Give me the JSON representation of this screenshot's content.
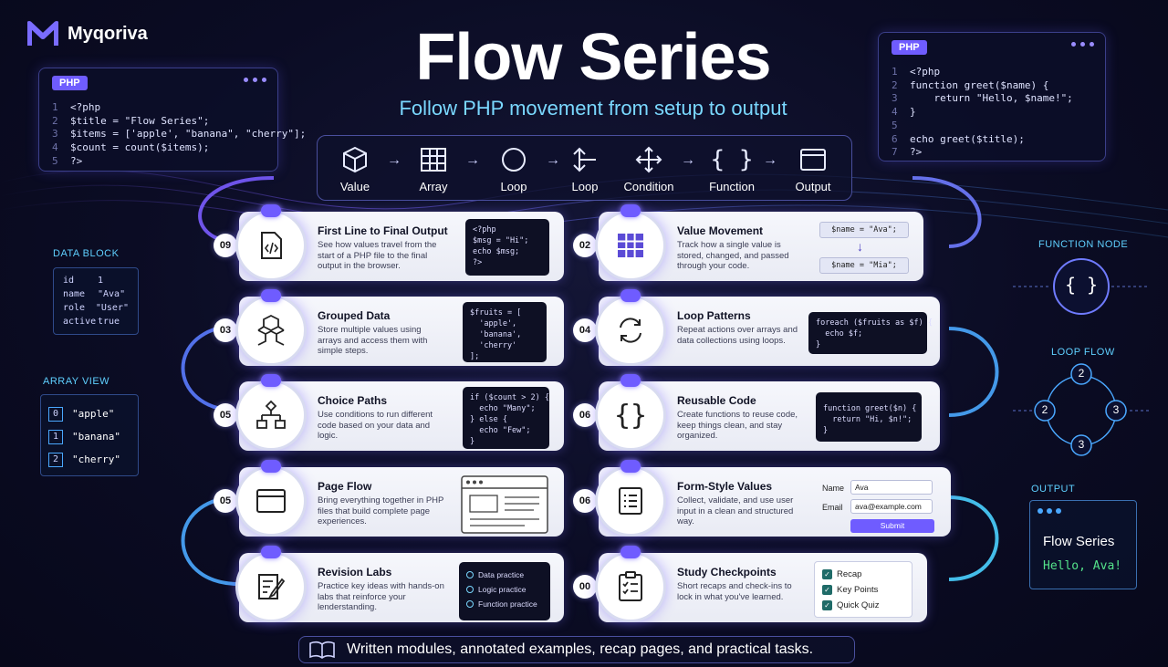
{
  "brand": {
    "name": "Myqoriva"
  },
  "title": "Flow Series",
  "subtitle": "Follow PHP movement from setup to output",
  "left_code": {
    "tag": "PHP",
    "lines": [
      {
        "n": "1",
        "code": "<?php"
      },
      {
        "n": "2",
        "code": "$title = \"Flow Series\";"
      },
      {
        "n": "3",
        "code": "$items = ['apple', \"banana\", \"cherry\"];"
      },
      {
        "n": "4",
        "code": "$count = count($items);"
      },
      {
        "n": "5",
        "code": "?>"
      }
    ]
  },
  "right_code": {
    "tag": "PHP",
    "lines": [
      {
        "n": "1",
        "code": "<?php"
      },
      {
        "n": "2",
        "code": "function greet($name) {"
      },
      {
        "n": "3",
        "code": "    return \"Hello, $name!\";"
      },
      {
        "n": "4",
        "code": "}"
      },
      {
        "n": "5",
        "code": ""
      },
      {
        "n": "6",
        "code": "echo greet($title);"
      },
      {
        "n": "7",
        "code": "?>"
      }
    ]
  },
  "flow": [
    "Value",
    "Array",
    "Loop",
    "Loop",
    "Condition",
    "Function",
    "Output"
  ],
  "cards_left": [
    {
      "num": "09",
      "title": "First Line to Final Output",
      "desc": "See how values travel from the start of a PHP file to the final output in the browser.",
      "code": "<?php\n$msg = \"Hi\";\necho $msg;\n?>"
    },
    {
      "num": "03",
      "title": "Grouped Data",
      "desc": "Store multiple values using arrays and access them with simple steps.",
      "code": "$fruits = [\n  'apple',\n  'banana',\n  'cherry'\n];"
    },
    {
      "num": "05",
      "title": "Choice Paths",
      "desc": "Use conditions to run different code based on your data and logic.",
      "code": "if ($count > 2) {\n  echo \"Many\";\n} else {\n  echo \"Few\";\n}"
    },
    {
      "num": "05",
      "title": "Page Flow",
      "desc": "Bring everything together in PHP files that build complete page experiences."
    },
    {
      "num": "",
      "title": "Revision Labs",
      "desc": "Practice key ideas with hands-on labs that reinforce your lenderstanding.",
      "labs": [
        "Data practice",
        "Logic practice",
        "Function practice"
      ]
    }
  ],
  "cards_right": [
    {
      "num": "02",
      "title": "Value Movement",
      "desc": "Track how a single value is stored, changed, and passed through your code.",
      "val1": "$name = \"Ava\";",
      "val2": "$name = \"Mia\";"
    },
    {
      "num": "04",
      "title": "Loop Patterns",
      "desc": "Repeat actions over arrays and data collections using loops.",
      "code": "foreach ($fruits as $f) {\n  echo $f;\n}"
    },
    {
      "num": "06",
      "title": "Reusable Code",
      "desc": "Create functions to reuse code, keep things clean, and stay organized.",
      "code": "function greet($n) {\n  return \"Hi, $n!\";\n}"
    },
    {
      "num": "06",
      "title": "Form-Style Values",
      "desc": "Collect, validate, and use user input in a clean and structured way.",
      "form": {
        "name_label": "Name",
        "name_value": "Ava",
        "email_label": "Email",
        "email_value": "ava@example.com",
        "submit": "Submit"
      }
    },
    {
      "num": "00",
      "title": "Study Checkpoints",
      "desc": "Short recaps and check-ins to lock in what you've learned.",
      "checks": [
        "Recap",
        "Key Points",
        "Quick Quiz"
      ]
    }
  ],
  "data_block": {
    "label": "DATA BLOCK",
    "rows": [
      {
        "k": "id",
        "v": "1"
      },
      {
        "k": "name",
        "v": "\"Ava\""
      },
      {
        "k": "role",
        "v": "\"User\""
      },
      {
        "k": "active",
        "v": "true"
      }
    ]
  },
  "array_view": {
    "label": "ARRAY VIEW",
    "rows": [
      {
        "i": "0",
        "v": "\"apple\""
      },
      {
        "i": "1",
        "v": "\"banana\""
      },
      {
        "i": "2",
        "v": "\"cherry\""
      }
    ]
  },
  "function_node": {
    "label": "FUNCTION NODE",
    "symbol": "{ }"
  },
  "loop_flow": {
    "label": "LOOP FLOW",
    "nodes": [
      "2",
      "2",
      "3",
      "3"
    ]
  },
  "output": {
    "label": "OUTPUT",
    "title": "Flow Series",
    "text": "Hello, Ava!"
  },
  "banner": "Written modules, annotated examples, recap pages, and practical tasks.",
  "colors": {
    "accent": "#6f5cff",
    "cyan": "#5fd0ff",
    "green": "#54e38a"
  }
}
